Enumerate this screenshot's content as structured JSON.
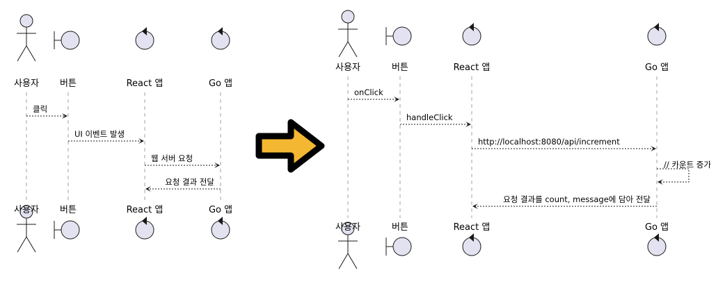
{
  "left_diagram": {
    "participants": [
      {
        "id": "user",
        "type": "actor",
        "label": "사용자"
      },
      {
        "id": "button",
        "type": "boundary",
        "label": "버튼"
      },
      {
        "id": "react",
        "type": "control",
        "label": "React 앱"
      },
      {
        "id": "go",
        "type": "control",
        "label": "Go 앱"
      }
    ],
    "messages": [
      {
        "from": "user",
        "to": "button",
        "label": "클릭"
      },
      {
        "from": "button",
        "to": "react",
        "label": "UI 이벤트 발생"
      },
      {
        "from": "react",
        "to": "go",
        "label": "웹 서버 요청"
      },
      {
        "from": "go",
        "to": "react",
        "label": "요청 결과 전달"
      }
    ]
  },
  "right_diagram": {
    "participants": [
      {
        "id": "user",
        "type": "actor",
        "label": "사용자"
      },
      {
        "id": "button",
        "type": "boundary",
        "label": "버튼"
      },
      {
        "id": "react",
        "type": "control",
        "label": "React 앱"
      },
      {
        "id": "go",
        "type": "control",
        "label": "Go 앱"
      }
    ],
    "messages": [
      {
        "from": "user",
        "to": "button",
        "label": "onClick"
      },
      {
        "from": "button",
        "to": "react",
        "label": "handleClick"
      },
      {
        "from": "react",
        "to": "go",
        "label": "http://localhost:8080/api/increment"
      },
      {
        "from": "go",
        "to": "go",
        "label": "// 카운트 증가"
      },
      {
        "from": "go",
        "to": "react",
        "label": "요청 결과를 count, message에 담아 전달"
      }
    ]
  },
  "transition_arrow": {
    "icon": "right-arrow-icon",
    "fill": "#f4b731",
    "stroke": "#000000"
  },
  "colors": {
    "participant_fill": "#e2e2f0",
    "lifeline": "#a0a0a0",
    "line": "#181818"
  }
}
